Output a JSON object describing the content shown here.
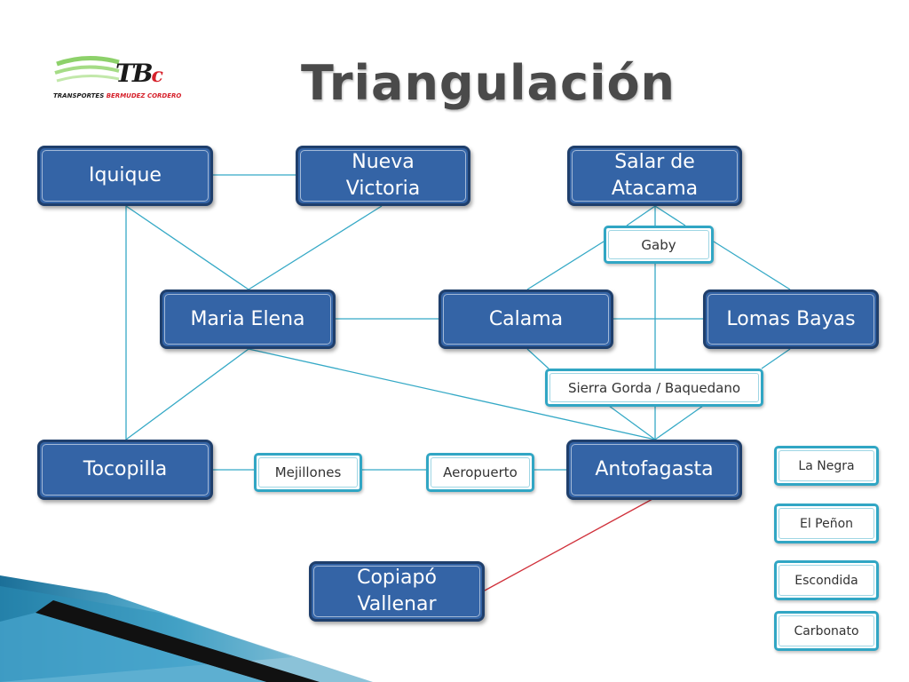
{
  "title": "Triangulación",
  "logo": {
    "mark_main": "TB",
    "mark_accent": "c",
    "tagline_start": "TRANSPORTES ",
    "tagline_accent": "BERMUDEZ CORDERO"
  },
  "nodes": {
    "iquique": "Iquique",
    "nueva_victoria": "Nueva\nVictoria",
    "salar_de_atacama": "Salar de\nAtacama",
    "maria_elena": "Maria Elena",
    "calama": "Calama",
    "lomas_bayas": "Lomas Bayas",
    "tocopilla": "Tocopilla",
    "antofagasta": "Antofagasta",
    "copiapo_vallenar": "Copiapó\nVallenar"
  },
  "subnodes": {
    "gaby": "Gaby",
    "sierra_gorda": "Sierra Gorda / Baquedano",
    "mejillones": "Mejillones",
    "aeropuerto": "Aeropuerto"
  },
  "legend": {
    "la_negra": "La Negra",
    "el_penon": "El Peñon",
    "escondida": "Escondida",
    "carbonato": "Carbonato"
  },
  "colors": {
    "node_fill": "#3464a6",
    "node_border": "#1f3f6c",
    "connector": "#35a9c6",
    "highlight_connector": "#d0303a",
    "sub_border": "#31a6c4"
  }
}
